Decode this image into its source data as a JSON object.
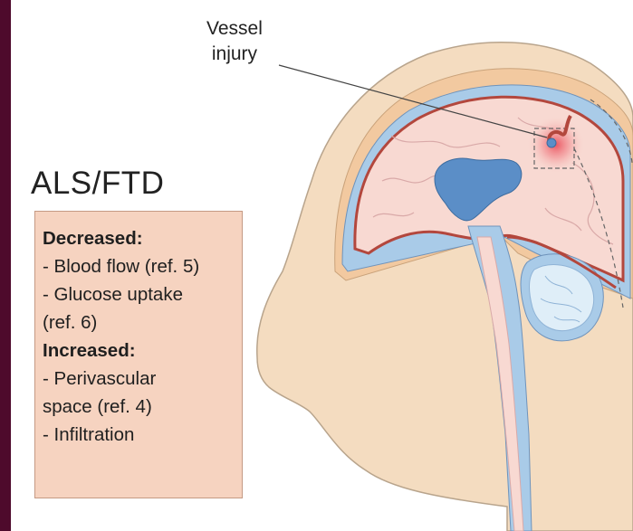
{
  "figure": {
    "title": "ALS/FTD",
    "callout": {
      "line1": "Vessel",
      "line2": "injury"
    },
    "box": {
      "decreased_heading": "Decreased:",
      "decreased_items": [
        "- Blood flow (ref. 5)",
        "- Glucose uptake",
        "(ref. 6)"
      ],
      "increased_heading": "Increased:",
      "increased_items": [
        "- Perivascular",
        "space (ref. 4)",
        "- Infiltration"
      ]
    }
  },
  "colors": {
    "background_frame": "#4e0a2c",
    "skin": "#f4dcc0",
    "brain": "#f8d9d2",
    "csf": "#a9cbe8",
    "ventricle": "#5b8ec7",
    "vessel": "#b3473d",
    "box_fill": "#f6d3c0",
    "injury_glow": "#e8404f"
  }
}
